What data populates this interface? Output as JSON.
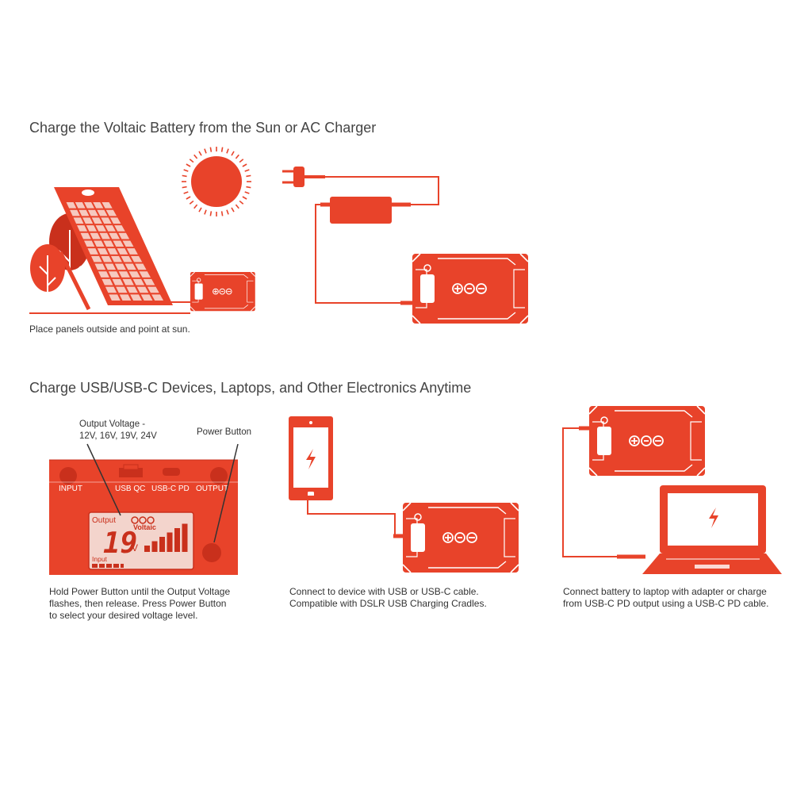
{
  "colors": {
    "accent": "#e8432a",
    "accent_dark": "#c9301c",
    "lcd_bg": "#f3d4cc",
    "panel_cell": "#f6c9bf",
    "white": "#ffffff"
  },
  "section_solar": {
    "title": "Charge the Voltaic Battery from the Sun or AC Charger",
    "caption": "Place panels outside and point at sun."
  },
  "section_devices": {
    "title": "Charge USB/USB-C Devices, Laptops, and Other Electronics Anytime",
    "battery_panel": {
      "voltage_label_line1": "Output Voltage -",
      "voltage_label_line2": "12V, 16V, 19V, 24V",
      "power_label": "Power Button",
      "ports": [
        "INPUT",
        "USB QC",
        "USB-C PD",
        "OUTPUT"
      ],
      "lcd": {
        "output_label": "Output",
        "brand": "Voltaic",
        "voltage_value": "19",
        "voltage_unit": "V",
        "input_label": "Input"
      },
      "caption_lines": [
        "Hold Power Button until the Output Voltage",
        "flashes, then release. Press Power Button",
        "to select your desired voltage level."
      ]
    },
    "phone": {
      "caption_lines": [
        "Connect to device with USB or USB-C cable.",
        "Compatible with DSLR USB Charging Cradles."
      ]
    },
    "laptop": {
      "caption_lines": [
        "Connect battery to laptop with adapter or charge",
        "from USB-C PD output using a USB-C PD cable."
      ]
    }
  },
  "icons": [
    "sun-icon",
    "tree-icon",
    "solar-panel-icon",
    "plug-icon",
    "ac-adapter-icon",
    "battery-icon",
    "phone-icon",
    "laptop-icon",
    "lightning-icon"
  ]
}
